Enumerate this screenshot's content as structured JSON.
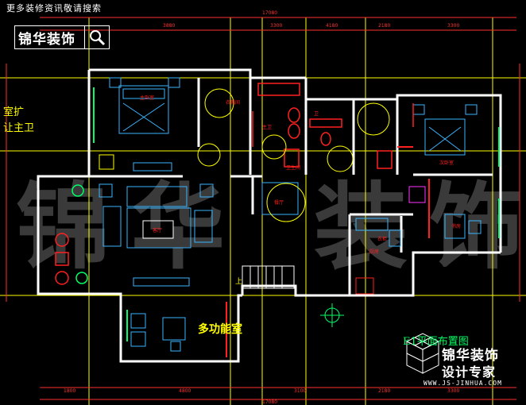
{
  "header": {
    "note": "更多装修资讯敬请搜索",
    "logo_text": "锦华装饰"
  },
  "side_notes": [
    "室扩",
    "让主卫"
  ],
  "plan": {
    "title": "E1平面布置图",
    "multifunction_label": "多功能室",
    "stair_label": "上",
    "room_labels": {
      "master_bedroom": "主卧室",
      "cloakroom": "衣帽间",
      "master_bath": "主卫",
      "bath_label": "卫",
      "bath_label_2": "卫生间",
      "second_bedroom": "次卧室",
      "dining": "餐厅",
      "kitchen": "厨房",
      "study": "书房",
      "living": "客厅",
      "cabinet": "衣柜"
    },
    "dimensions_top": [
      "17080",
      "3880",
      "3300",
      "4180",
      "2180",
      "3300"
    ],
    "dimensions_bottom": [
      "1800",
      "4800",
      "3100",
      "2180",
      "3300",
      "17080"
    ]
  },
  "brand": {
    "name": "锦华装饰",
    "tagline": "设计专家",
    "url": "WWW.JS-JINHUA.COM"
  },
  "watermark": "锦华装饰",
  "colors": {
    "wall": "#ffffff",
    "axis": "#ffff00",
    "red": "#ff2020",
    "furniture": "#3ab4ff",
    "green": "#00ff66",
    "dim": "#ff3030"
  }
}
